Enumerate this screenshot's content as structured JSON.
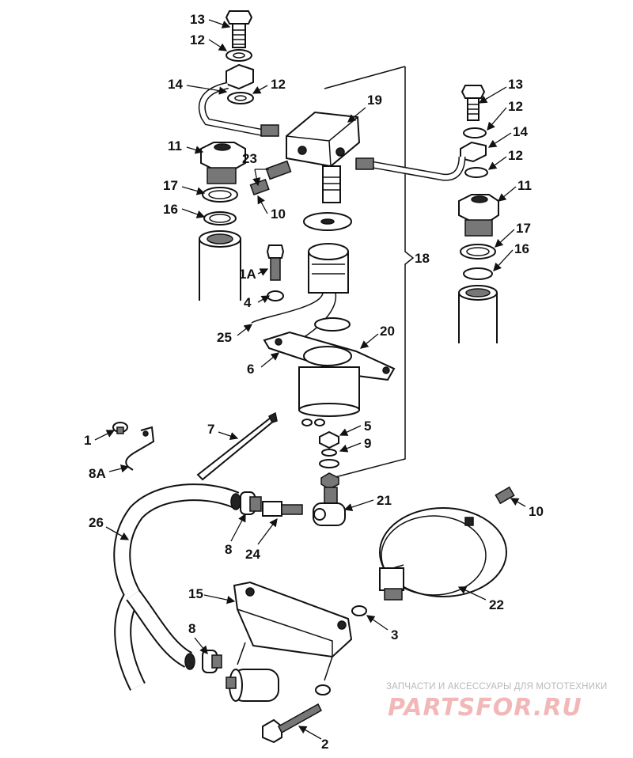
{
  "callouts": [
    {
      "id": "c13a",
      "text": "13"
    },
    {
      "id": "c12a",
      "text": "12"
    },
    {
      "id": "c14a",
      "text": "14"
    },
    {
      "id": "c12b",
      "text": "12"
    },
    {
      "id": "c11a",
      "text": "11"
    },
    {
      "id": "c23",
      "text": "23"
    },
    {
      "id": "c17a",
      "text": "17"
    },
    {
      "id": "c10a",
      "text": "10"
    },
    {
      "id": "c16a",
      "text": "16"
    },
    {
      "id": "c19",
      "text": "19"
    },
    {
      "id": "c13b",
      "text": "13"
    },
    {
      "id": "c12c",
      "text": "12"
    },
    {
      "id": "c14b",
      "text": "14"
    },
    {
      "id": "c12d",
      "text": "12"
    },
    {
      "id": "c11b",
      "text": "11"
    },
    {
      "id": "c17b",
      "text": "17"
    },
    {
      "id": "c16b",
      "text": "16"
    },
    {
      "id": "c18",
      "text": "18"
    },
    {
      "id": "c1A",
      "text": "1A"
    },
    {
      "id": "c4",
      "text": "4"
    },
    {
      "id": "c25",
      "text": "25"
    },
    {
      "id": "c20",
      "text": "20"
    },
    {
      "id": "c6",
      "text": "6"
    },
    {
      "id": "c5",
      "text": "5"
    },
    {
      "id": "c9",
      "text": "9"
    },
    {
      "id": "c7",
      "text": "7"
    },
    {
      "id": "c1",
      "text": "1"
    },
    {
      "id": "c8A",
      "text": "8A"
    },
    {
      "id": "c21",
      "text": "21"
    },
    {
      "id": "c10b",
      "text": "10"
    },
    {
      "id": "c26",
      "text": "26"
    },
    {
      "id": "c8a",
      "text": "8"
    },
    {
      "id": "c24",
      "text": "24"
    },
    {
      "id": "c15",
      "text": "15"
    },
    {
      "id": "c22",
      "text": "22"
    },
    {
      "id": "c3",
      "text": "3"
    },
    {
      "id": "c8b",
      "text": "8"
    },
    {
      "id": "c2",
      "text": "2"
    }
  ],
  "watermark": {
    "text": "ЗАПЧАСТИ И АКСЕССУАРЫ ДЛЯ МОТОТЕХНИКИ",
    "logo": "PARTSFOR.RU"
  }
}
